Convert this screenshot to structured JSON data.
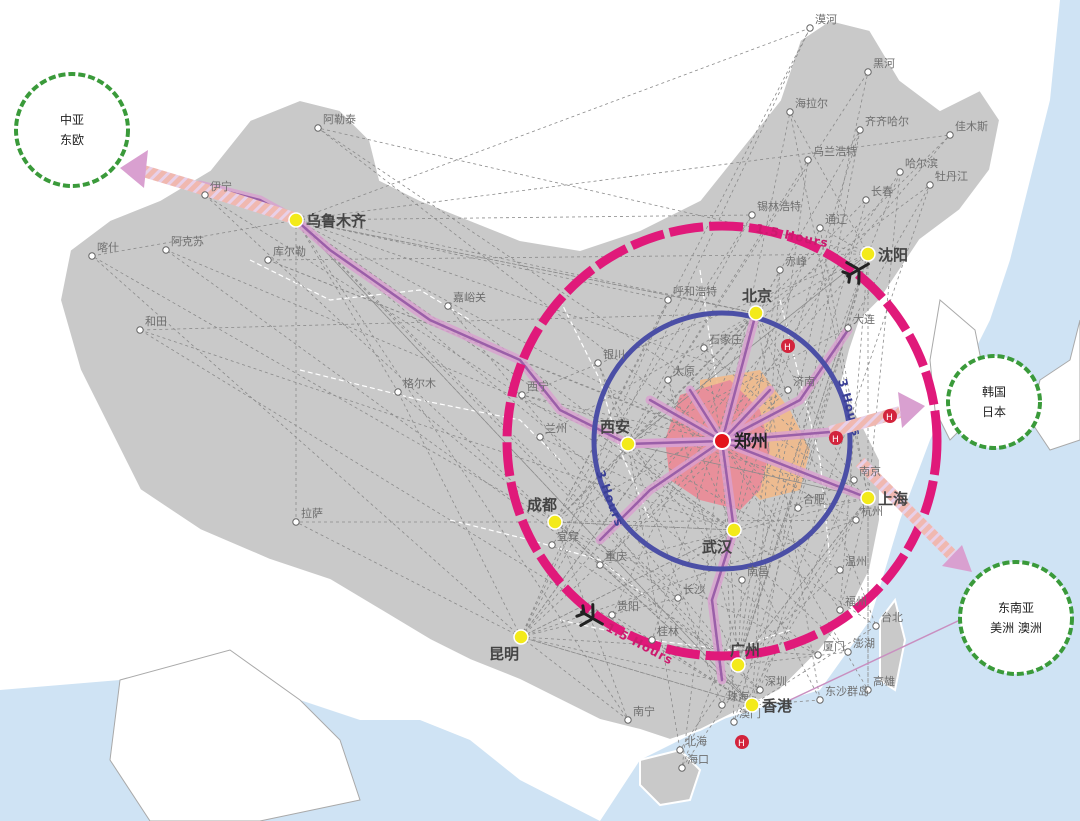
{
  "colors": {
    "sea": "#cfe3f4",
    "land_china": "#c9c9c9",
    "land_other": "#ffffff",
    "henan": "#e88f9a",
    "henan_near": "#f1b98a",
    "ring_outer": "#e0197a",
    "ring_inner": "#4b4fa6",
    "corridor": "#9a5fa8",
    "arrow": "#d9a0d0",
    "city_major": "#f3ea1a",
    "center": "#e3141b",
    "dest_circle": "#3a9a3a"
  },
  "center": {
    "name": "郑州"
  },
  "rings": {
    "outer_label": "1.5 Hours",
    "outer_label_b": "1.5 Hours",
    "inner_label": "3 Hours",
    "inner_label_b": "3 Hours"
  },
  "major_cities": [
    {
      "name": "乌鲁木齐"
    },
    {
      "name": "北京"
    },
    {
      "name": "沈阳"
    },
    {
      "name": "西安"
    },
    {
      "name": "成都"
    },
    {
      "name": "武汉"
    },
    {
      "name": "上海"
    },
    {
      "name": "广州"
    },
    {
      "name": "昆明"
    },
    {
      "name": "香港"
    }
  ],
  "minor_cities": [
    {
      "name": "漠河"
    },
    {
      "name": "黑河"
    },
    {
      "name": "海拉尔"
    },
    {
      "name": "齐齐哈尔"
    },
    {
      "name": "佳木斯"
    },
    {
      "name": "乌兰浩特"
    },
    {
      "name": "哈尔滨"
    },
    {
      "name": "牡丹江"
    },
    {
      "name": "锡林浩特"
    },
    {
      "name": "长春"
    },
    {
      "name": "通辽"
    },
    {
      "name": "赤峰"
    },
    {
      "name": "呼和浩特"
    },
    {
      "name": "大连"
    },
    {
      "name": "石家庄"
    },
    {
      "name": "太原"
    },
    {
      "name": "济南"
    },
    {
      "name": "银川"
    },
    {
      "name": "西宁"
    },
    {
      "name": "兰州"
    },
    {
      "name": "格尔木"
    },
    {
      "name": "嘉峪关"
    },
    {
      "name": "阿勒泰"
    },
    {
      "name": "伊宁"
    },
    {
      "name": "喀什"
    },
    {
      "name": "阿克苏"
    },
    {
      "name": "库尔勒"
    },
    {
      "name": "和田"
    },
    {
      "name": "拉萨"
    },
    {
      "name": "宜宾"
    },
    {
      "name": "重庆"
    },
    {
      "name": "贵阳"
    },
    {
      "name": "长沙"
    },
    {
      "name": "南昌"
    },
    {
      "name": "合肥"
    },
    {
      "name": "南京"
    },
    {
      "name": "杭州"
    },
    {
      "name": "温州"
    },
    {
      "name": "福州"
    },
    {
      "name": "台北"
    },
    {
      "name": "厦门"
    },
    {
      "name": "澎湖"
    },
    {
      "name": "高雄"
    },
    {
      "name": "东沙群岛"
    },
    {
      "name": "深圳"
    },
    {
      "name": "珠海"
    },
    {
      "name": "澳门"
    },
    {
      "name": "桂林"
    },
    {
      "name": "南宁"
    },
    {
      "name": "北海"
    },
    {
      "name": "海口"
    }
  ],
  "destinations": [
    {
      "line1": "中亚",
      "line2": "东欧"
    },
    {
      "line1": "韩国",
      "line2": "日本"
    },
    {
      "line1": "东南亚",
      "line2": "美洲  澳洲"
    }
  ],
  "icons": [
    "airplane-icon",
    "high-speed-rail-icon"
  ]
}
